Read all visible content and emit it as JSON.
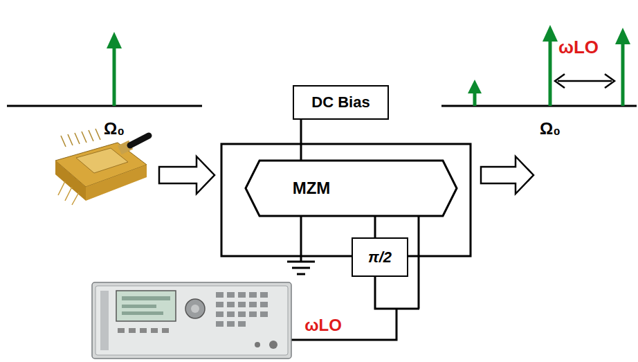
{
  "diagram": {
    "nodes": [
      {
        "text": [
          "DC Bias"
        ]
      },
      {
        "text": [
          "MZM"
        ]
      },
      {
        "text": [
          "π/2"
        ]
      }
    ],
    "edges": [
      {
        "from": 0,
        "to": 1,
        "arrow": "none"
      },
      {
        "from": 2,
        "to": 1,
        "arrow": "none"
      }
    ],
    "labels": [
      "ωLO",
      "Ω₀",
      "Ω₀",
      "ωLO"
    ]
  }
}
